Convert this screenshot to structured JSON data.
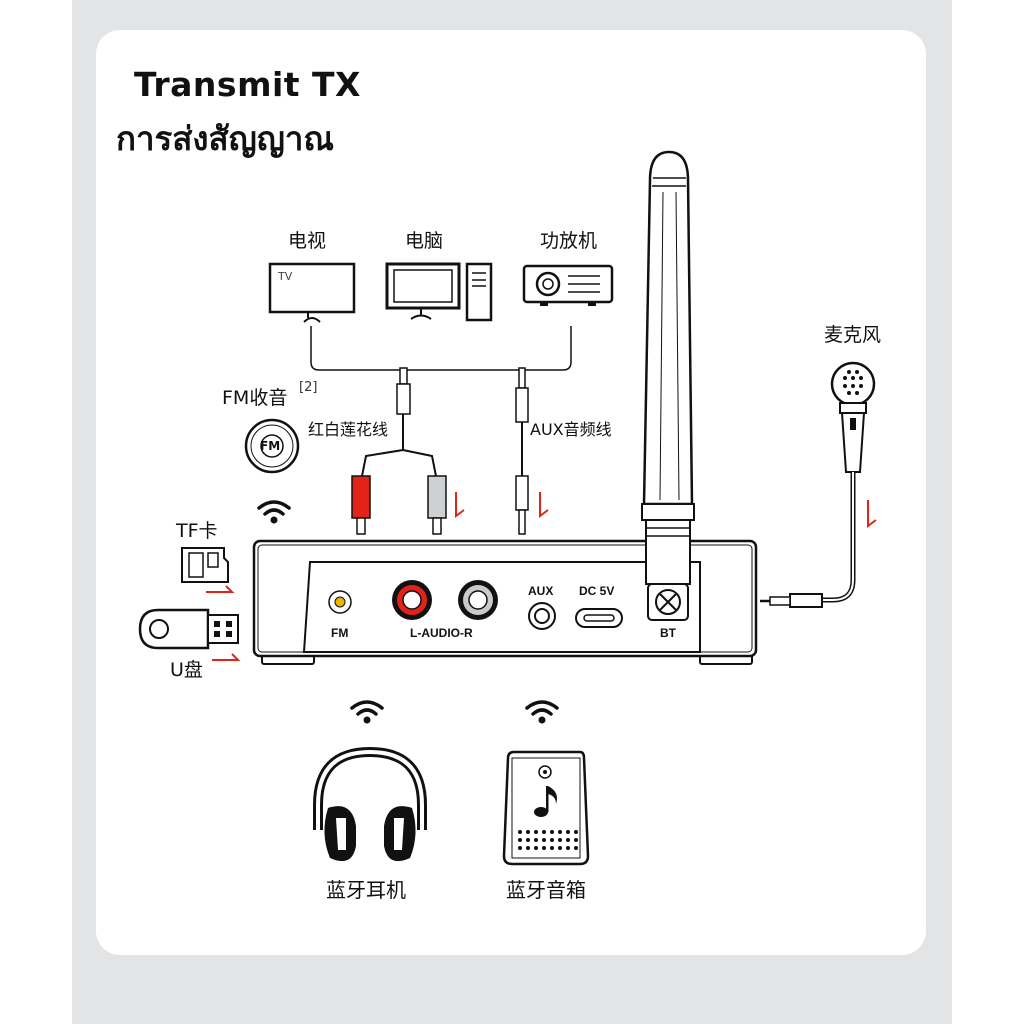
{
  "title": "Transmit TX",
  "subtitle": "การส่งสัญญาณ",
  "sources": {
    "tv": "电视",
    "tv_screen_text": "TV",
    "computer": "电脑",
    "amplifier": "功放机"
  },
  "fm": {
    "label": "FM收音",
    "note": "[2]",
    "badge": "FM"
  },
  "cables": {
    "rca": "红白莲花线",
    "aux": "AUX音频线"
  },
  "tf_card": "TF卡",
  "usb_drive": "U盘",
  "microphone": "麦克风",
  "ports": {
    "fm": "FM",
    "audio": "L-AUDIO-R",
    "aux": "AUX",
    "dc": "DC 5V",
    "bt": "BT"
  },
  "outputs": {
    "headphones": "蓝牙耳机",
    "speaker": "蓝牙音箱"
  },
  "colors": {
    "arrow": "#e2231a",
    "rca_red": "#e2231a",
    "background": "#e3e4e6",
    "card": "#ffffff"
  },
  "icons": [
    "wireless-signal-icon",
    "music-note-icon",
    "arrow-icon"
  ]
}
